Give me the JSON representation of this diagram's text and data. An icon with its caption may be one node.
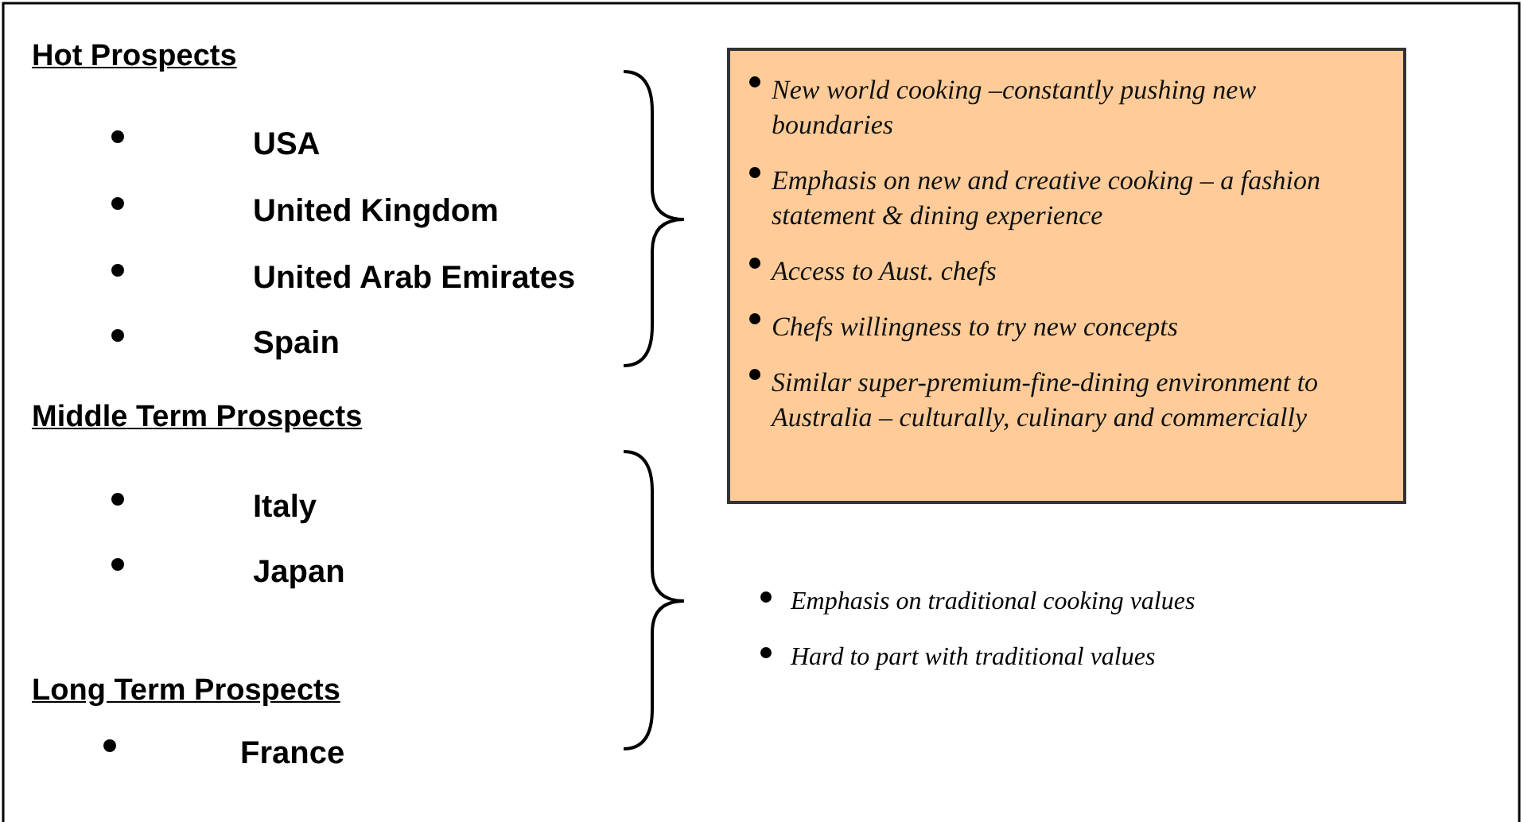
{
  "diagram": {
    "nodes": [
      {
        "text": [
          "New world cooking –constantly pushing new boundaries",
          "Emphasis on new and creative cooking – a fashion statement & dining experience",
          "Access to Aust. chefs",
          "Chefs willingness to try new concepts",
          "Similar super-premium-fine-dining environment to Australia – culturally, culinary and commercially"
        ]
      }
    ],
    "labels": [
      "Hot Prospects",
      "USA",
      "United Kingdom",
      "United Arab Emirates",
      "Spain",
      "Middle Term Prospects",
      "Italy",
      "Japan",
      "Long Term Prospects",
      "France",
      "Emphasis on traditional cooking values",
      "Hard to part with traditional values"
    ]
  }
}
